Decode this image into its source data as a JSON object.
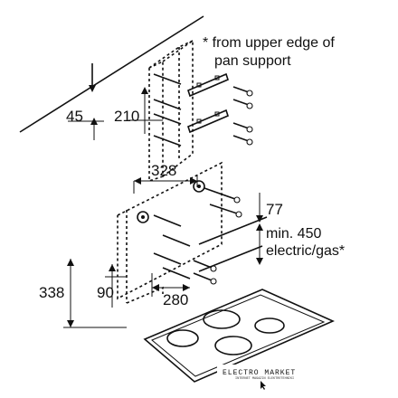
{
  "note_top": [
    "* from upper edge of",
    "pan support"
  ],
  "note_right": [
    "min. 450",
    "electric/gas*"
  ],
  "dimensions": {
    "d45": "45",
    "d210": "210",
    "d328": "328",
    "d77": "77",
    "d338": "338",
    "d90": "90",
    "d280": "280"
  },
  "watermark": {
    "title": "ELECTRO MARKET",
    "subtitle": "INTERNET MAGAZIN ELEKTROTEHNIKI"
  }
}
